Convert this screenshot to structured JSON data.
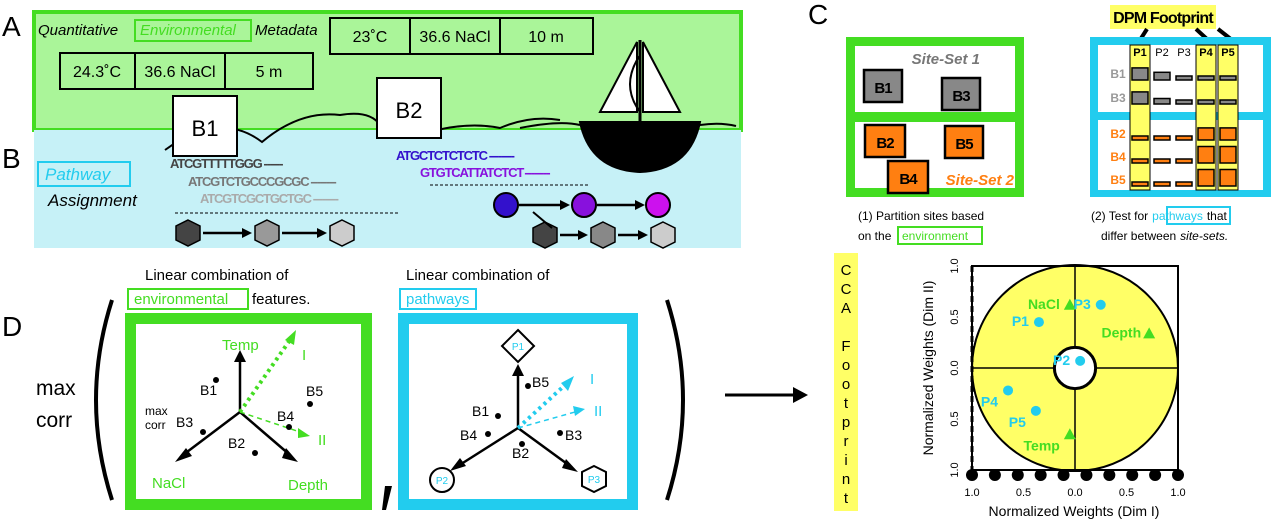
{
  "colors": {
    "green": "#44dd22",
    "light_green": "#aaf599",
    "cyan": "#22ccee",
    "light_cyan": "#c6f1f7",
    "orange": "#ff7f11",
    "yellow": "#ffff66",
    "purple_dark": "#3311cc",
    "purple": "#8811dd",
    "magenta": "#cc11ee"
  },
  "panel_letters": {
    "a": "A",
    "b": "B",
    "c": "C",
    "d": "D"
  },
  "panel_a": {
    "metadata_word1": "Quantitative",
    "metadata_word2": "Environmental",
    "metadata_word3": "Metadata",
    "site1_temp": "24.3˚C",
    "site1_salt": "36.6 NaCl",
    "site1_depth": "5 m",
    "site2_temp": "23˚C",
    "site2_salt": "36.6 NaCl",
    "site2_depth": "10 m",
    "bucket1": "B1",
    "bucket2": "B2"
  },
  "panel_b": {
    "title1": "Pathway",
    "title2": "Assignment",
    "reads_left": [
      {
        "seq": "ATCGTTTTTGGG",
        "tail": "------",
        "color": "#444444"
      },
      {
        "seq": "ATCGTCTGCCCGCGC",
        "tail": "--------",
        "color": "#777777"
      },
      {
        "seq": "ATCGTCGCTGCTGC",
        "tail": "--------",
        "color": "#aaaaaa"
      }
    ],
    "reads_right": [
      {
        "seq": "ATGCTCTCTCTC",
        "tail": "--------",
        "color": "#3311cc"
      },
      {
        "seq": "GTGTCATTATCTCT",
        "tail": "--------",
        "color": "#8811dd"
      }
    ]
  },
  "panel_c": {
    "siteset1_label": "Site-Set 1",
    "siteset2_label": "Site-Set 2",
    "samples_set1": [
      "B1",
      "B3"
    ],
    "samples_set2": [
      "B2",
      "B4",
      "B5"
    ],
    "caption1_line1": "(1) Partition sites based",
    "caption1_line2_prefix": "on the",
    "caption1_keyword": "environment",
    "dpm_title": "DPM Footprint",
    "pathway_columns": [
      "P1",
      "P2",
      "P3",
      "P4",
      "P5"
    ],
    "highlighted_columns": [
      0,
      3,
      4
    ],
    "row_labels": [
      "B1",
      "B3",
      "B2",
      "B4",
      "B5"
    ],
    "cell_levels": [
      [
        0.55,
        0.35,
        0.1,
        0.1,
        0.1
      ],
      [
        0.55,
        0.25,
        0.1,
        0.1,
        0.1
      ],
      [
        0.1,
        0.1,
        0.1,
        0.55,
        0.55
      ],
      [
        0.1,
        0.1,
        0.1,
        0.75,
        0.75
      ],
      [
        0.1,
        0.1,
        0.1,
        0.75,
        0.75
      ]
    ],
    "caption2_prefix": "(2) Test for",
    "caption2_keyword": "pathways",
    "caption2_suffix": "that",
    "caption2_line2_text": "differ between",
    "caption2_line2_italic": "site-sets."
  },
  "panel_d": {
    "objective_line1": "max",
    "objective_line2": "corr",
    "env_caption_line1": "Linear combination of",
    "env_caption_keyword": "environmental",
    "env_caption_suffix": "features.",
    "env_axes": [
      "Temp",
      "NaCl",
      "Depth"
    ],
    "env_points": [
      "B1",
      "B3",
      "B5",
      "B4",
      "B2"
    ],
    "env_max_corr1": "max",
    "env_max_corr2": "corr",
    "canonical_dim1": "I",
    "canonical_dim2": "II",
    "path_caption_line1": "Linear combination of",
    "path_caption_keyword": "pathways",
    "path_axes": [
      "P1",
      "P2",
      "P3"
    ],
    "path_points": [
      "B5",
      "B1",
      "B4",
      "B3",
      "B2"
    ],
    "cca_label": [
      "C",
      "C",
      "A",
      "",
      "F",
      "o",
      "o",
      "t",
      "p",
      "r",
      "i",
      "n",
      "t"
    ]
  },
  "chart_data": {
    "type": "scatter",
    "xlabel": "Normalized Weights (Dim I)",
    "ylabel": "Normalized Weights (Dim II)",
    "xlim": [
      -1.0,
      1.0
    ],
    "ylim": [
      -1.0,
      1.0
    ],
    "x_ticks": [
      "1.0",
      "0.5",
      "0.0",
      "0.5",
      "1.0"
    ],
    "y_ticks": [
      "1.0",
      "0.5",
      "0.0",
      "0.5",
      "1.0"
    ],
    "series": [
      {
        "name": "environmental",
        "marker": "triangle",
        "color": "#44dd22",
        "points": [
          {
            "label": "NaCl",
            "x": -0.05,
            "y": 0.62
          },
          {
            "label": "Depth",
            "x": 0.72,
            "y": 0.34
          },
          {
            "label": "Temp",
            "x": -0.05,
            "y": -0.65
          }
        ]
      },
      {
        "name": "pathways",
        "marker": "circle",
        "color": "#22ccee",
        "points": [
          {
            "label": "P3",
            "x": 0.25,
            "y": 0.62
          },
          {
            "label": "P1",
            "x": -0.35,
            "y": 0.45
          },
          {
            "label": "P2",
            "x": 0.05,
            "y": 0.07
          },
          {
            "label": "P4",
            "x": -0.65,
            "y": -0.22
          },
          {
            "label": "P5",
            "x": -0.38,
            "y": -0.42
          }
        ]
      }
    ],
    "outer_circle_radius": 1.0,
    "inner_circle_radius": 0.2
  }
}
